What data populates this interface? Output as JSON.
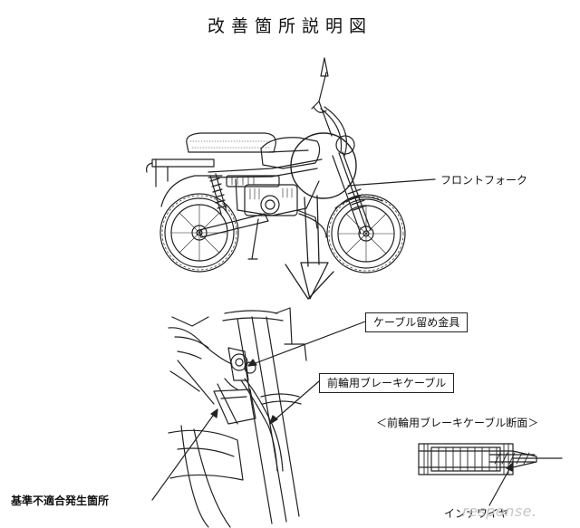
{
  "title": "改善箇所説明図",
  "labels": {
    "front_fork": "フロントフォーク",
    "cable_clamp": "ケーブル留め金具",
    "brake_cable": "前輪用ブレーキケーブル",
    "section_title": "＜前輪用ブレーキケーブル断面＞",
    "inner_wire": "インナワイヤ",
    "defect_location": "基準不適合発生箇所"
  },
  "watermark": "response."
}
